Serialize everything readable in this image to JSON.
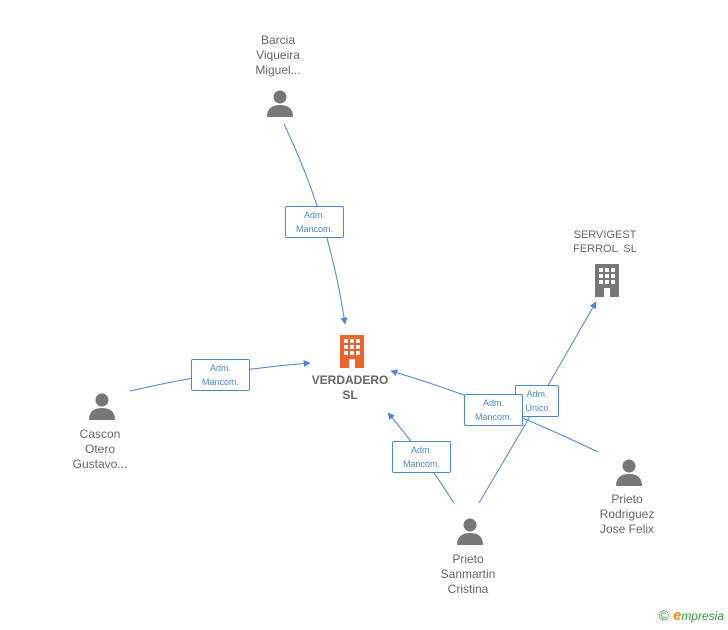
{
  "colors": {
    "edge": "#4a86d8",
    "person": "#777777",
    "company": "#777777",
    "focus_company": "#f0622a"
  },
  "nodes": {
    "barcia": {
      "lines": [
        "Barcia",
        "Viqueira",
        "Miguel..."
      ],
      "icon": "person-icon"
    },
    "cascon": {
      "lines": [
        "Cascon",
        "Otero",
        "Gustavo..."
      ],
      "icon": "person-icon"
    },
    "verdadero": {
      "lines": [
        "VERDADERO",
        "SL"
      ],
      "icon": "building-icon"
    },
    "servigest": {
      "lines": [
        "SERVIGEST",
        "FERROL  SL"
      ],
      "icon": "building-icon"
    },
    "prieto_rodriguez": {
      "lines": [
        "Prieto",
        "Rodriguez",
        "Jose Felix"
      ],
      "icon": "person-icon"
    },
    "prieto_sanmartin": {
      "lines": [
        "Prieto",
        "Sanmartin",
        "Cristina"
      ],
      "icon": "person-icon"
    }
  },
  "edges": {
    "barcia_verdadero": [
      "Adm.",
      "Mancom."
    ],
    "cascon_verdadero": [
      "Adm.",
      "Mancom."
    ],
    "sanmartin_verdadero": [
      "Adm.",
      "Mancom."
    ],
    "rodriguez_verdadero": [
      "Adm.",
      "Mancom."
    ],
    "sanmartin_servigest": [
      "Adm.",
      "Unico"
    ]
  },
  "copyright": {
    "symbol": "©",
    "brand_initial": "e",
    "brand_rest": "mpresia"
  }
}
